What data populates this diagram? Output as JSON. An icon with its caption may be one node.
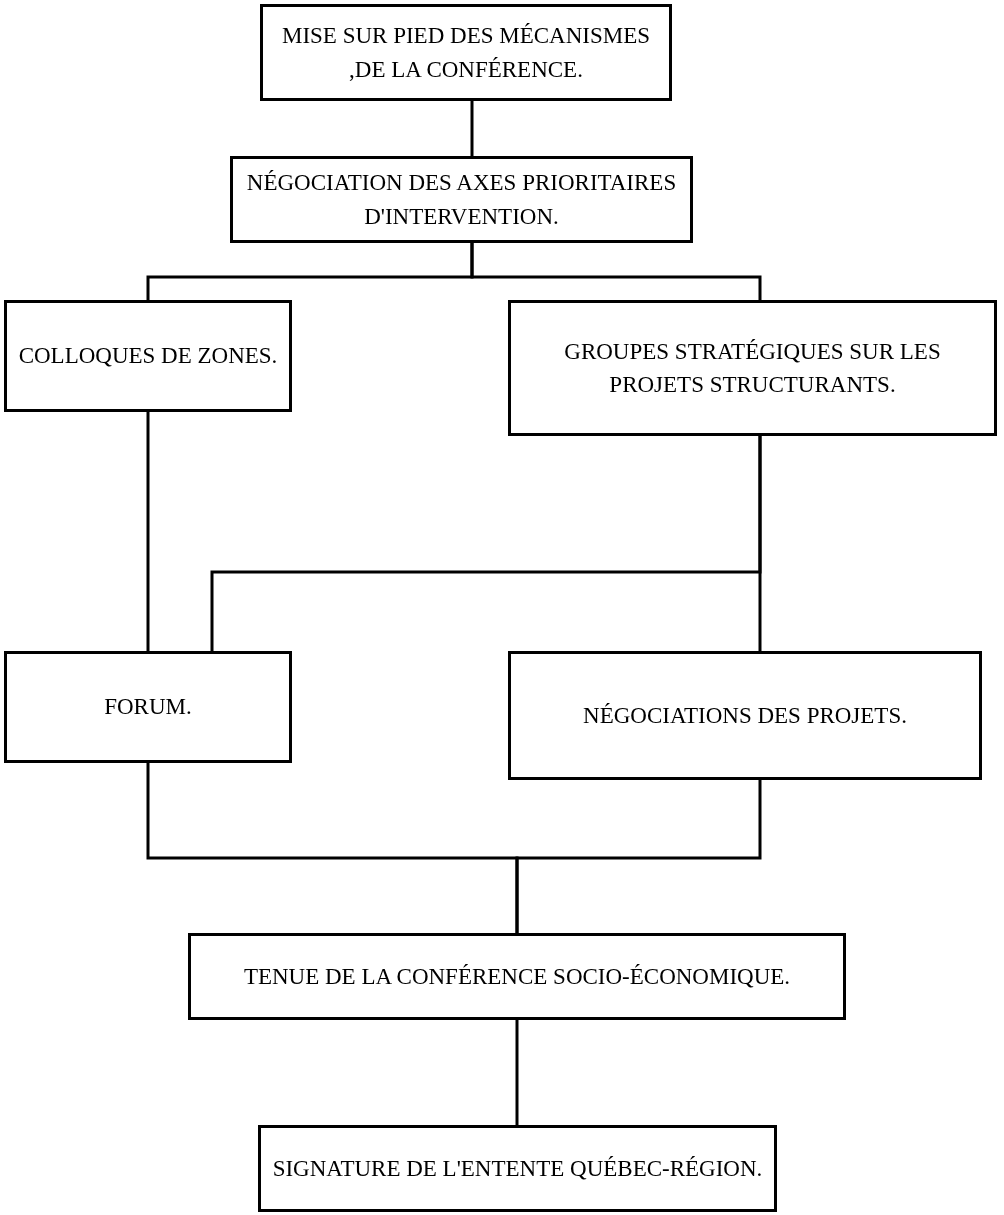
{
  "diagram": {
    "nodes": [
      {
        "text": [
          "MISE SUR PIED DES MÉCANISMES ,DE LA CONFÉRENCE."
        ]
      },
      {
        "text": [
          "NÉGOCIATION DES AXES PRIORITAIRES D'INTERVENTION."
        ]
      },
      {
        "text": [
          "COLLOQUES DE ZONES."
        ]
      },
      {
        "text": [
          "GROUPES STRATÉGIQUES SUR LES PROJETS STRUCTURANTS."
        ]
      },
      {
        "text": [
          "FORUM."
        ]
      },
      {
        "text": [
          "NÉGOCIATIONS DES PROJETS."
        ]
      },
      {
        "text": [
          "TENUE DE LA CONFÉRENCE SOCIO-ÉCONOMIQUE."
        ]
      },
      {
        "text": [
          "SIGNATURE DE L'ENTENTE QUÉBEC-RÉGION."
        ]
      }
    ],
    "edges": [
      {
        "from": 0,
        "to": 1,
        "arrow": "none"
      },
      {
        "from": 1,
        "to": 2,
        "arrow": "none"
      },
      {
        "from": 1,
        "to": 3,
        "arrow": "none"
      },
      {
        "from": 2,
        "to": 4,
        "arrow": "none"
      },
      {
        "from": 3,
        "to": 4,
        "arrow": "none"
      },
      {
        "from": 3,
        "to": 5,
        "arrow": "none"
      },
      {
        "from": 4,
        "to": 6,
        "arrow": "none"
      },
      {
        "from": 5,
        "to": 6,
        "arrow": "none"
      },
      {
        "from": 6,
        "to": 7,
        "arrow": "none"
      }
    ]
  }
}
